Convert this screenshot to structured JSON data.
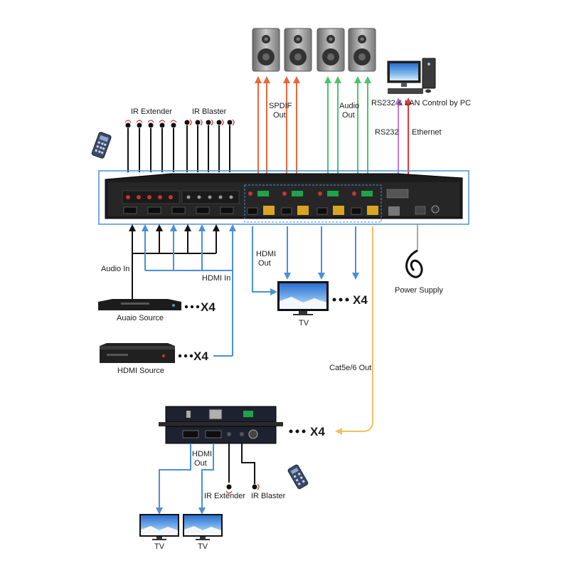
{
  "labels": {
    "ir_extender": "IR Extender",
    "ir_blaster": "IR Blaster",
    "spdif_out_1": "SPDIF",
    "spdif_out_2": "Out",
    "audio_out_1": "Audio",
    "audio_out_2": "Out",
    "pc_control": "RS232 & LAN Control by PC",
    "rs232": "RS232",
    "ethernet": "Ethernet",
    "audio_in": "Audio In",
    "hdmi_in": "HDMI In",
    "hdmi_out_1": "HDMI",
    "hdmi_out_2": "Out",
    "tv_main": "TV",
    "power_supply": "Power Supply",
    "audio_source": "Auaio Source",
    "hdmi_source": "HDMI Source",
    "cat_out": "Cat5e/6 Out",
    "rx_hdmi_out_1": "HDMI",
    "rx_hdmi_out_2": "Out",
    "rx_ir_extender": "IR Extender",
    "rx_ir_blaster": "IR Blaster",
    "tv_left": "TV",
    "tv_right": "TV"
  },
  "multipliers": {
    "tv": "X4",
    "audio_source": "X4",
    "hdmi_source": "X4",
    "receiver": "X4"
  },
  "colors": {
    "spdif": "#e8683a",
    "audio_out": "#4cc46a",
    "hdmi": "#4a90d9",
    "cat": "#f0c060",
    "rs232": "#c77ad8",
    "ethernet": "#e8363a",
    "black": "#111111",
    "frame": "#4a90d9"
  }
}
